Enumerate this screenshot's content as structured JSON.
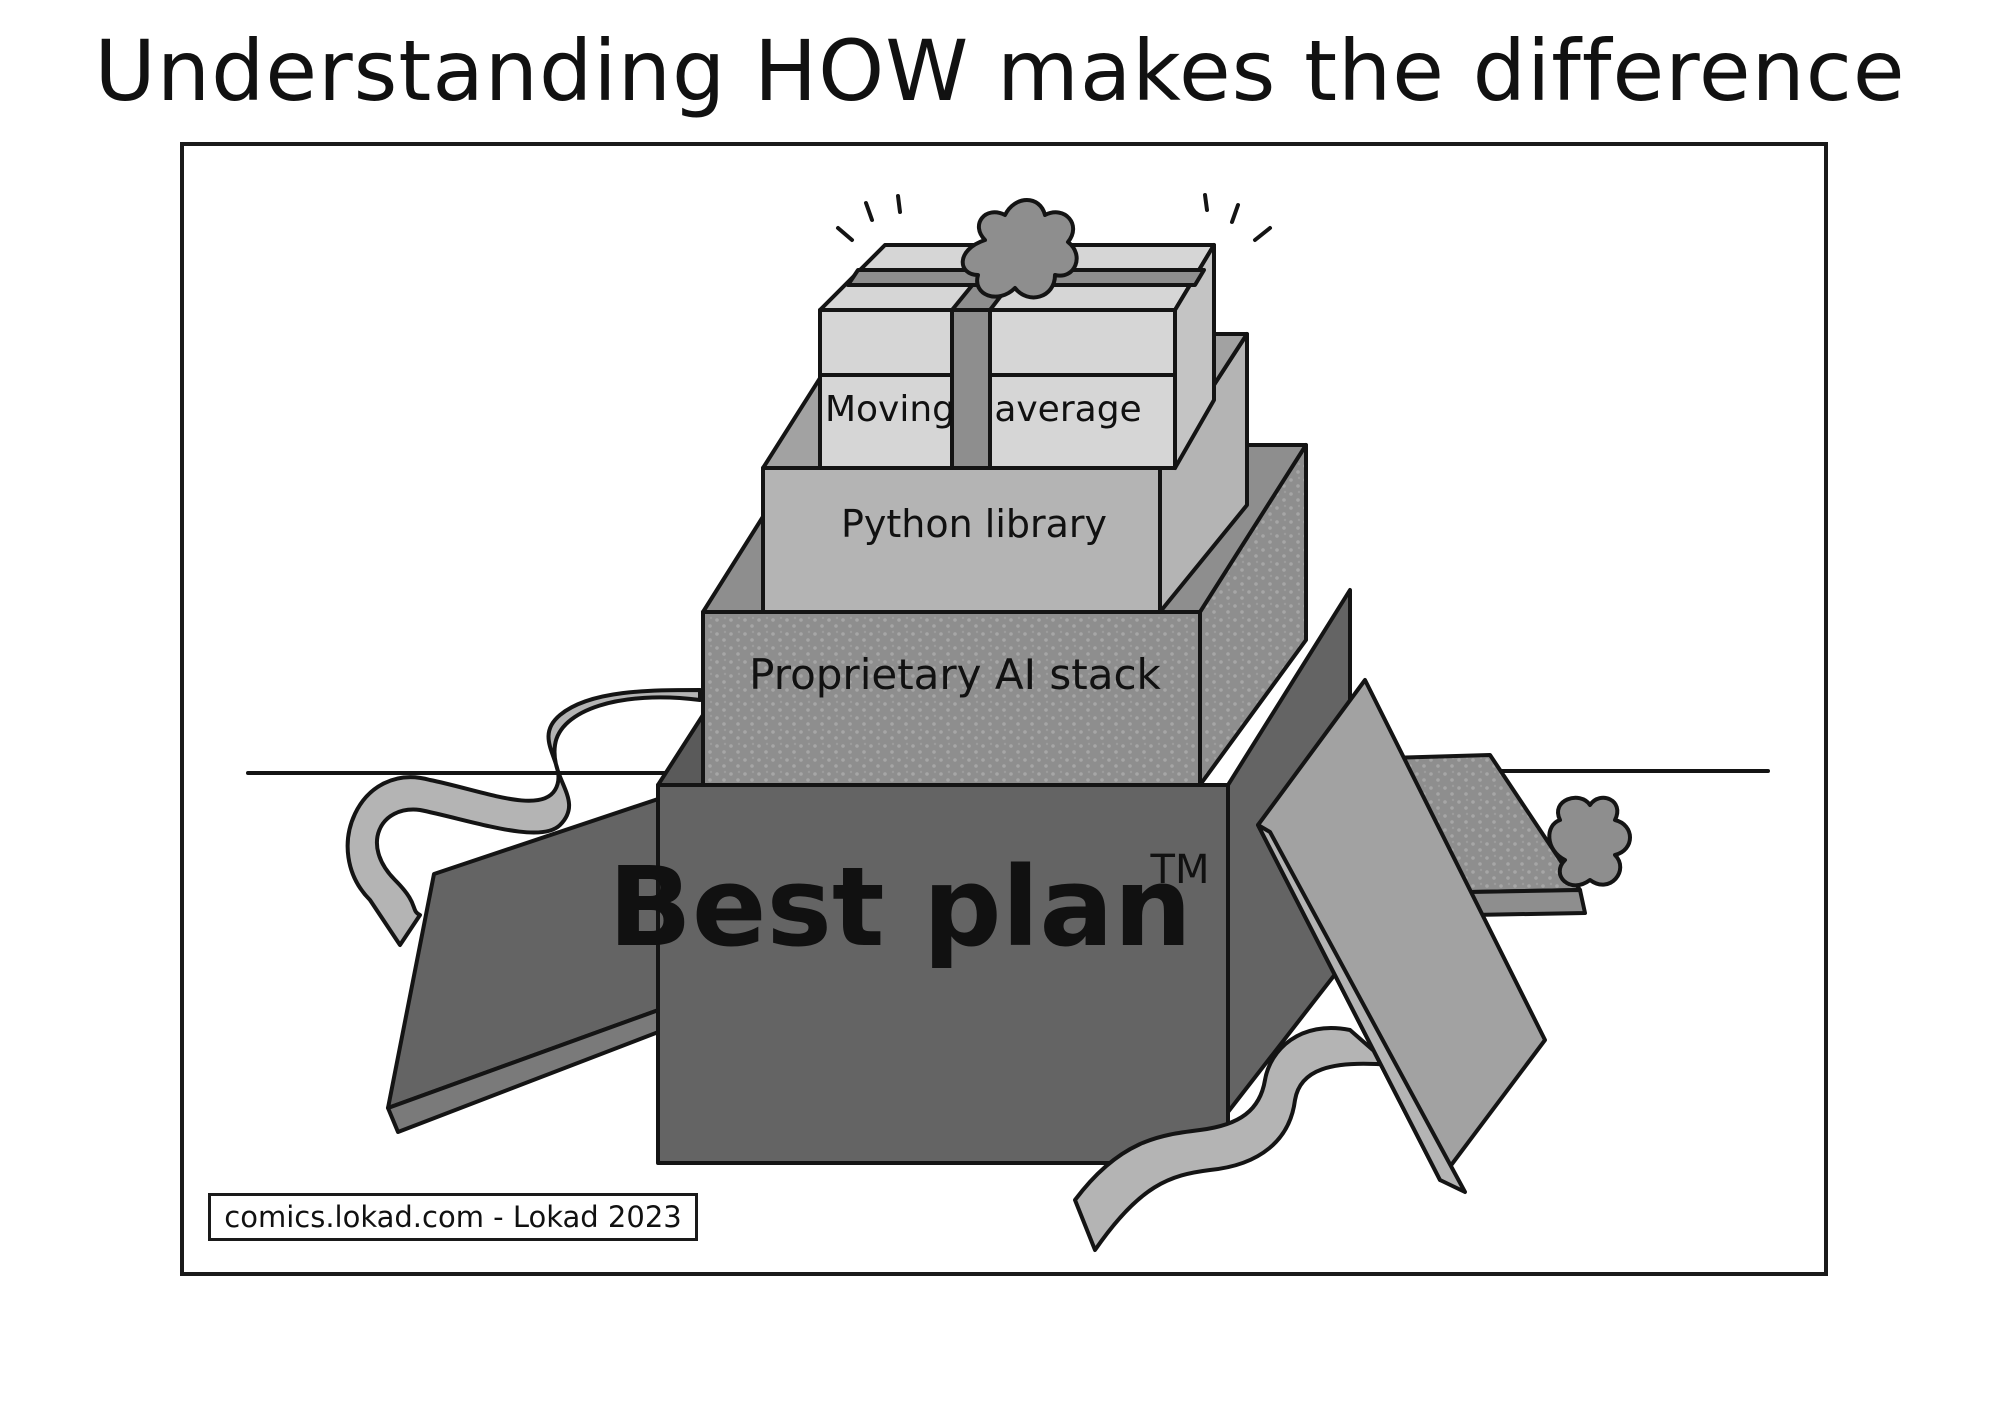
{
  "title": "Understanding HOW makes the difference",
  "boxes": {
    "top_left_label": "Moving",
    "top_right_label": "average",
    "second_label": "Python library",
    "third_label": "Proprietary AI stack",
    "bottom_label": "Best plan",
    "bottom_trademark": "TM"
  },
  "credit": "comics.lokad.com - Lokad 2023",
  "colors": {
    "lightest": "#d6d6d6",
    "light": "#b4b4b4",
    "mid": "#a2a2a2",
    "dotted": "#8e8e8e",
    "dark": "#646464",
    "outline": "#141414"
  }
}
